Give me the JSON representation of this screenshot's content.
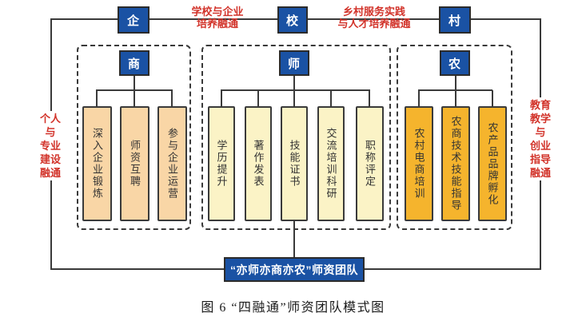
{
  "figure": {
    "caption": "图 6  “四融通”师资团队模式图"
  },
  "top_nodes": {
    "enterprise": "企",
    "school": "校",
    "village": "村"
  },
  "link_labels": {
    "school_enterprise": "学校与企业\n培养融通",
    "village_service": "乡村服务实践\n与人才培养融通",
    "personal_professional": "个人\n与\n专业\n建设\n融通",
    "education_entrepreneurship": "教育\n教学\n与\n创业\n指导\n融通"
  },
  "groups": [
    {
      "header": "商",
      "items": [
        "深入企业锻炼",
        "师资互聘",
        "参与企业运营"
      ]
    },
    {
      "header": "师",
      "items": [
        "学历提升",
        "著作发表",
        "技能证书",
        "交流培训科研",
        "职称评定"
      ]
    },
    {
      "header": "农",
      "items": [
        "农村电商培训",
        "农商技术技能指导",
        "农产品品牌孵化"
      ]
    }
  ],
  "bottom_node": {
    "label": "“亦师亦商亦农”师资团队"
  },
  "colors": {
    "node_blue": "#1a52a4",
    "peach": "#f9d6a6",
    "light_yellow": "#fbf3c6",
    "amber": "#f5b42d",
    "red": "#d2332a",
    "line": "#3a3a3a"
  }
}
